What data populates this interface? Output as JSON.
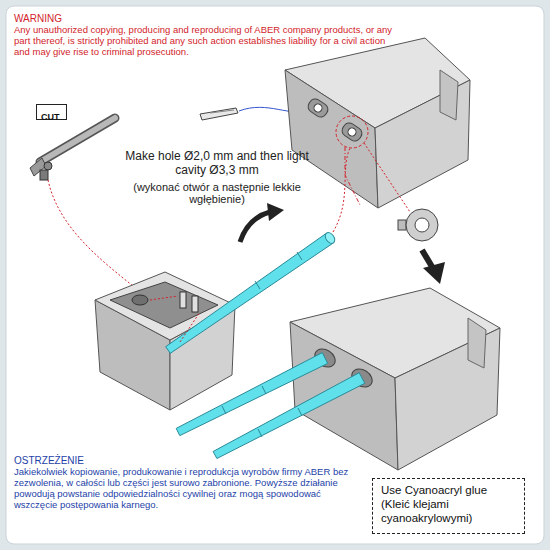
{
  "diagram": {
    "nodes": [
      {
        "text": [
          "CUT"
        ]
      },
      {
        "text": [
          "Use Cyanoacryl glue (Kleić klejami cyanoakrylowymi)"
        ]
      }
    ],
    "labels": [
      "WARNING",
      "Any unauthorized copying, producing and reproducing of ABER company products, or any part thereof, is strictly prohibited and any such action establishes liability for a civil action and may give rise to criminal prosecution.",
      "Make hole Ø2,0 mm and then light cavity Ø3,3 mm",
      "(wykonać otwór a następnie lekkie wgłębienie)",
      "OSTRZEŻENIE",
      "Jakiekolwiek kopiowanie, produkowanie i reprodukcja wyrobów firmy ABER bez zezwolenia, w całości lub części jest surowo zabronione. Powyższe działanie powodują powstanie odpowiedzialności cywilnej oraz mogą spowodować wszczęcie postępowania karnego."
    ]
  }
}
